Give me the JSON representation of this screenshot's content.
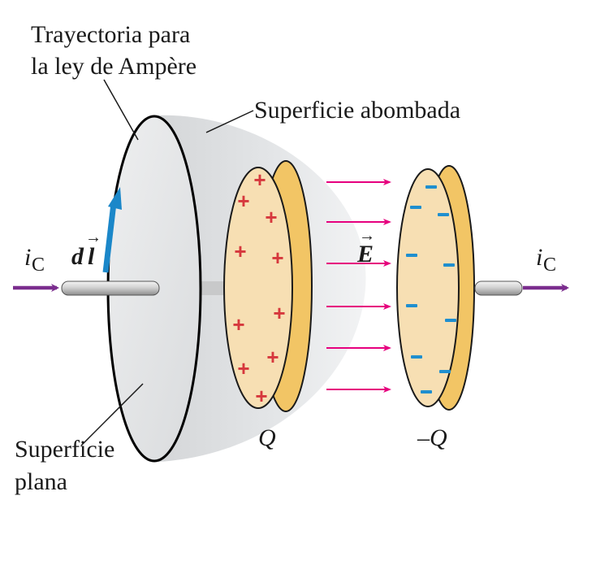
{
  "labels": {
    "path_line1": "Trayectoria para",
    "path_line2": "la ley de Ampère",
    "bulged_surface": "Superficie abombada",
    "flat_line1": "Superficie",
    "flat_line2": "plana",
    "dl_d": "d",
    "dl_l": "l",
    "current_left": "i",
    "current_left_sub": "C",
    "current_right": "i",
    "current_right_sub": "C",
    "field": "E",
    "vector_arrow": "→",
    "charge_pos": "Q",
    "charge_neg": "–Q",
    "plus": "+",
    "minus": "–"
  },
  "colors": {
    "current_arrow": "#7b2d8e",
    "field_arrow": "#e6007e",
    "dl_arrow": "#1b87c9",
    "plus_sign": "#d6383d",
    "minus_sign": "#1f8fcf",
    "plate_face": "#f7dfb3",
    "plate_edge": "#f2c565"
  }
}
